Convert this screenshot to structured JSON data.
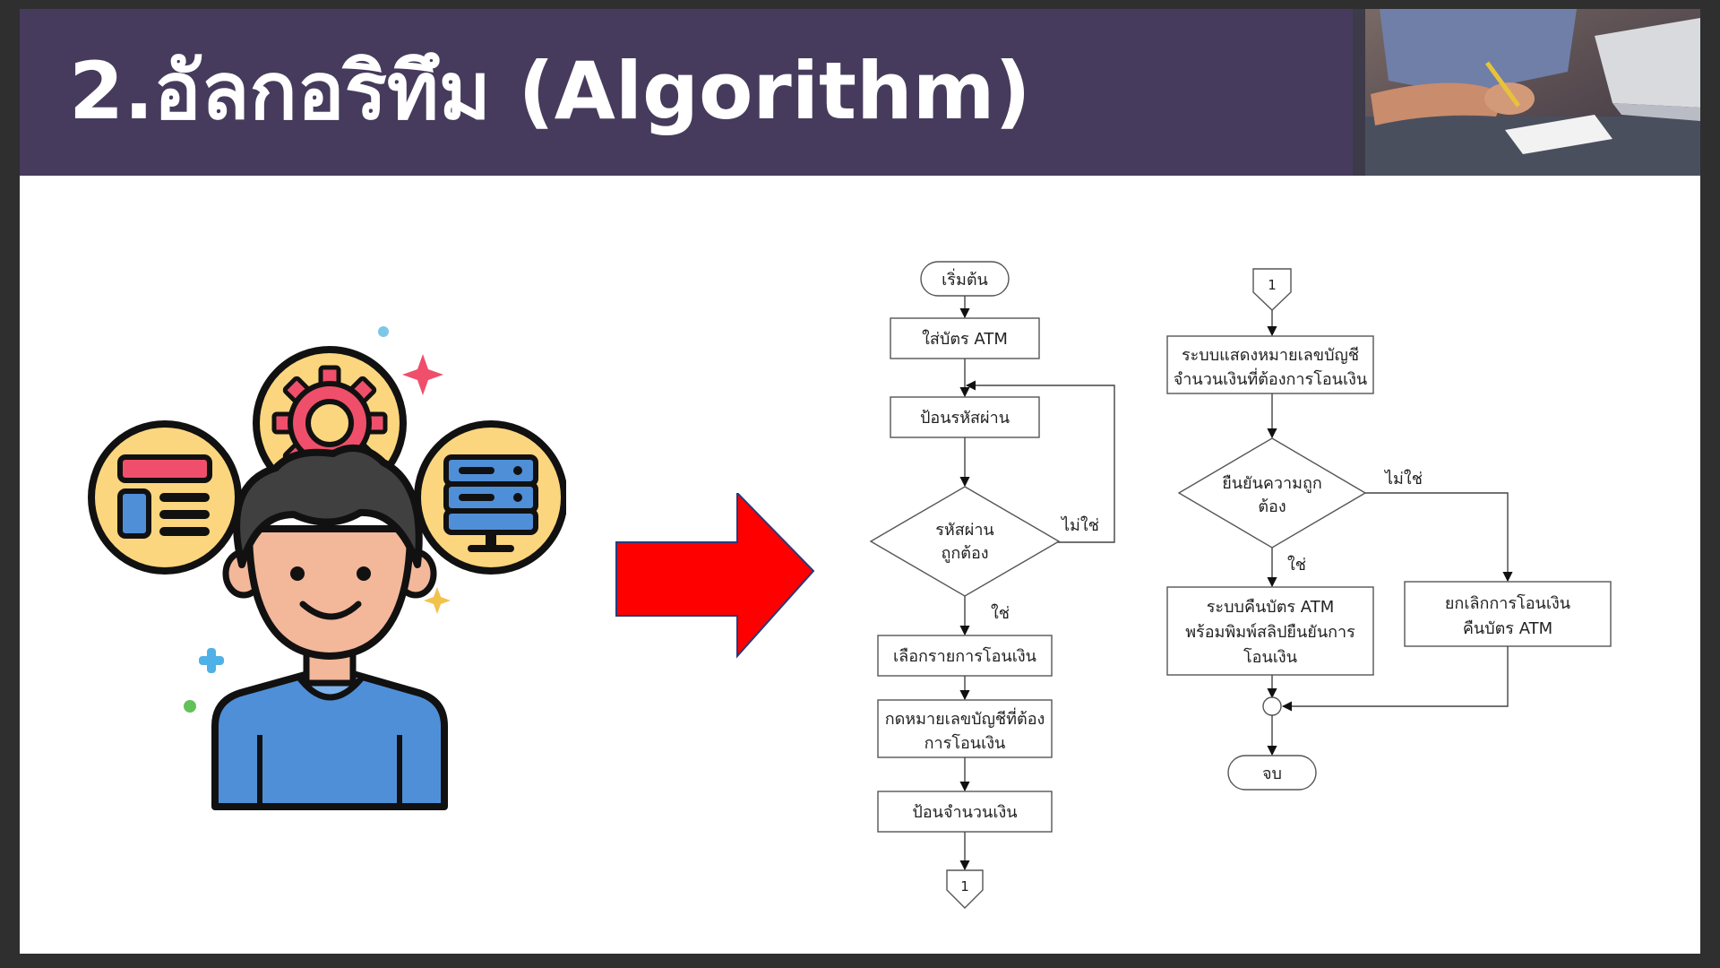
{
  "slide": {
    "title": "2.อัลกอริทึม (Algorithm)"
  },
  "colors": {
    "title_bar": "#463b5c",
    "title_text": "#ffffff",
    "arrow": "#ff0000",
    "shirt": "#4f8fd8",
    "badge_fill": "#fbd67e",
    "skin": "#f3b79a"
  },
  "icons": [
    "gear-icon",
    "layout-icon",
    "server-icon",
    "sparkle-icon",
    "plus-icon"
  ],
  "flowchart": {
    "start": "เริ่มต้น",
    "insert_card": "ใส่บัตร ATM",
    "enter_pin": "ป้อนรหัสผ่าน",
    "pin_check": [
      "รหัสผ่าน",
      "ถูกต้อง"
    ],
    "yes_label": "ใช่",
    "no_label": "ไม่ใช่",
    "select_transfer": "เลือกรายการโอนเงิน",
    "enter_account": [
      "กดหมายเลขบัญชีที่ต้อง",
      "การโอนเงิน"
    ],
    "enter_amount": "ป้อนจำนวนเงิน",
    "connector": "1",
    "show_info": [
      "ระบบแสดงหมายเลขบัญชี",
      "จำนวนเงินที่ต้องการโอนเงิน"
    ],
    "confirm_check": [
      "ยืนยันความถูก",
      "ต้อง"
    ],
    "return_card": [
      "ระบบคืนบัตร ATM",
      "พร้อมพิมพ์สลิปยืนยันการ",
      "โอนเงิน"
    ],
    "cancel": [
      "ยกเลิกการโอนเงิน",
      "คืนบัตร ATM"
    ],
    "end": "จบ"
  }
}
